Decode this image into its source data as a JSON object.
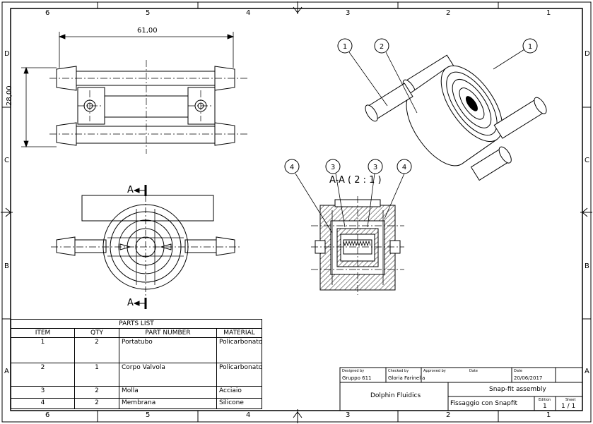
{
  "zones": {
    "columns": [
      "6",
      "5",
      "4",
      "3",
      "2",
      "1"
    ],
    "rows": [
      "D",
      "C",
      "B",
      "A"
    ]
  },
  "dimensions": {
    "width": "61,00",
    "height": "28,00"
  },
  "section": {
    "cut_label": "A",
    "title": "A-A ( 2 : 1 )"
  },
  "balloons": {
    "iso": [
      "1",
      "2",
      "1"
    ],
    "section": [
      "4",
      "3",
      "3",
      "4"
    ]
  },
  "parts_list": {
    "title": "PARTS LIST",
    "headers": [
      "ITEM",
      "QTY",
      "PART NUMBER",
      "MATERIAL"
    ],
    "rows": [
      {
        "item": "1",
        "qty": "2",
        "part": "Portatubo",
        "material": "Policarbonato"
      },
      {
        "item": "2",
        "qty": "1",
        "part": "Corpo Valvola",
        "material": "Policarbonato"
      },
      {
        "item": "3",
        "qty": "2",
        "part": "Molla",
        "material": "Acciaio"
      },
      {
        "item": "4",
        "qty": "2",
        "part": "Membrana",
        "material": "Silicone"
      }
    ]
  },
  "title_block": {
    "designed_by_label": "Designed by",
    "designed_by": "Gruppo 611",
    "checked_by_label": "Checked by",
    "checked_by": "Gloria Farinella",
    "approved_by_label": "Approved by",
    "date_label_1": "Date",
    "date_label_2": "Date",
    "date": "20/06/2017",
    "company": "Dolphin Fluidics",
    "title": "Snap-fit assembly",
    "subtitle": "Fissaggio con Snapfit",
    "edition_label": "Edition",
    "edition": "1",
    "sheet_label": "Sheet",
    "sheet": "1 / 1"
  }
}
